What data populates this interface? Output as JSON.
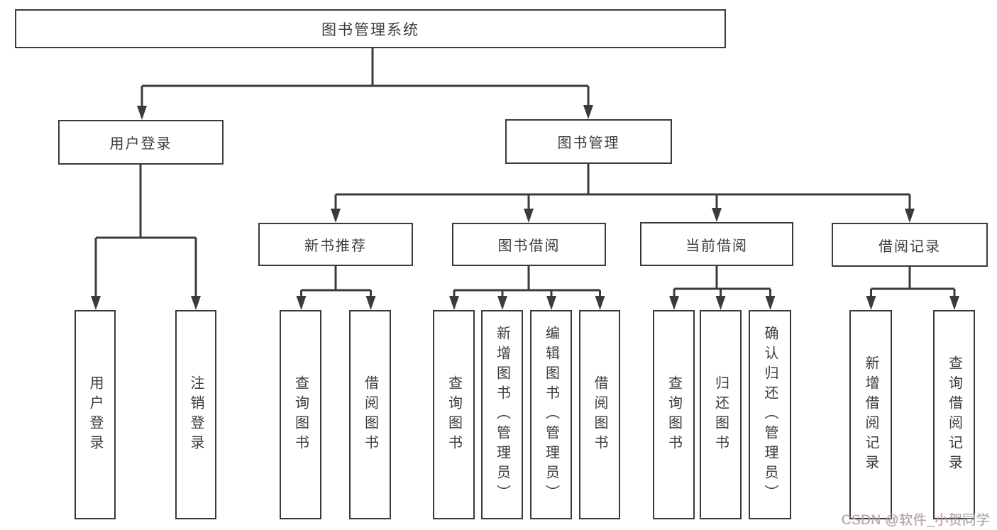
{
  "diagram": {
    "root": {
      "label": "图书管理系统"
    },
    "level2": [
      {
        "label": "用户登录",
        "children": [
          {
            "label": "用户登录"
          },
          {
            "label": "注销登录"
          }
        ]
      },
      {
        "label": "图书管理",
        "children": [
          {
            "label": "新书推荐",
            "children": [
              {
                "label": "查询图书"
              },
              {
                "label": "借阅图书"
              }
            ]
          },
          {
            "label": "图书借阅",
            "children": [
              {
                "label": "查询图书"
              },
              {
                "label": "新增图书（管理员）"
              },
              {
                "label": "编辑图书（管理员）"
              },
              {
                "label": "借阅图书"
              }
            ]
          },
          {
            "label": "当前借阅",
            "children": [
              {
                "label": "查询图书"
              },
              {
                "label": "归还图书"
              },
              {
                "label": "确认归还（管理员）"
              }
            ]
          },
          {
            "label": "借阅记录",
            "children": [
              {
                "label": "新增借阅记录"
              },
              {
                "label": "查询借阅记录"
              }
            ]
          }
        ]
      }
    ]
  },
  "watermark": {
    "text": "CSDN @软件_小贺同学"
  },
  "colors": {
    "line": "#3b3b3e",
    "text": "#3c3c40",
    "background": "#ffffff",
    "watermark": "#a9a9ad"
  }
}
